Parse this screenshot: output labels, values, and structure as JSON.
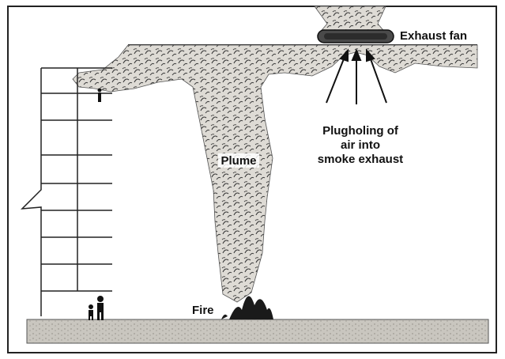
{
  "labels": {
    "exhaust_fan": "Exhaust fan",
    "plugholing_line1": "Plugholing of",
    "plugholing_line2": "air into",
    "plugholing_line3": "smoke exhaust",
    "plume": "Plume",
    "fire": "Fire"
  },
  "colors": {
    "line": "#222222",
    "smoke_fill": "#dedbd5",
    "smoke_swirl": "#3a3a3a",
    "ground": "#c9c6bf",
    "fan": "#4a4a4a"
  },
  "icons": [
    "exhaust-fan-icon",
    "fire-icon",
    "person-icon",
    "arrow-up-icon"
  ]
}
